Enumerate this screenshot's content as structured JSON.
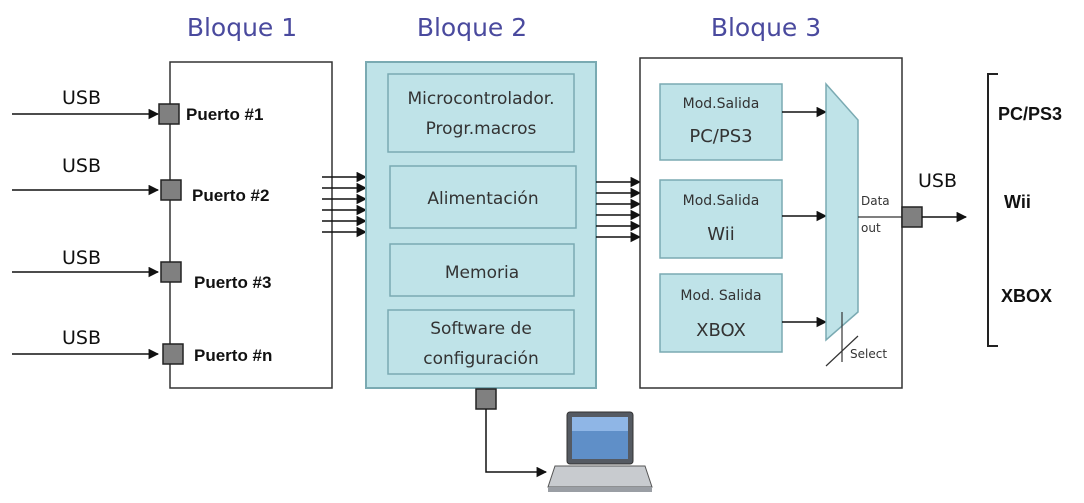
{
  "titles": {
    "block1": "Bloque 1",
    "block2": "Bloque 2",
    "block3": "Bloque 3"
  },
  "inputs": [
    {
      "usb": "USB",
      "port": "Puerto #1"
    },
    {
      "usb": "USB",
      "port": "Puerto #2"
    },
    {
      "usb": "USB",
      "port": "Puerto #3"
    },
    {
      "usb": "USB",
      "port": "Puerto #n"
    }
  ],
  "block2": {
    "micro_line1": "Microcontrolador.",
    "micro_line2": "Progr.macros",
    "power": "Alimentación",
    "memory": "Memoria",
    "software_line1": "Software de",
    "software_line2": "configuración"
  },
  "block3": {
    "modules": [
      {
        "line1": "Mod.Salida",
        "line2": "PC/PS3"
      },
      {
        "line1": "Mod.Salida",
        "line2": "Wii"
      },
      {
        "line1": "Mod. Salida",
        "line2": "XBOX"
      }
    ],
    "data_out_line1": "Data",
    "data_out_line2": "out",
    "select": "Select"
  },
  "output": {
    "usb": "USB",
    "consoles": [
      "PC/PS3",
      "Wii",
      "XBOX"
    ]
  },
  "colors": {
    "title": "#4a4a9e",
    "block_fill": "#bfe3e8",
    "block_stroke": "#7aaab2",
    "port": "#808080"
  },
  "icons": {
    "laptop": "laptop-icon"
  }
}
